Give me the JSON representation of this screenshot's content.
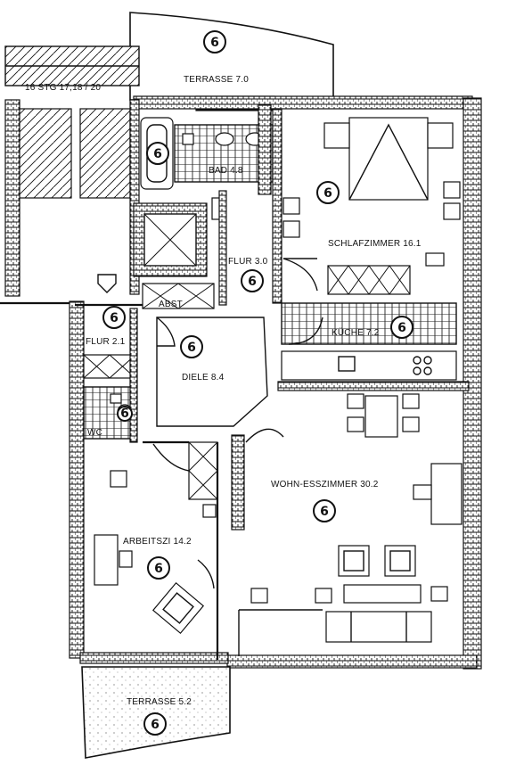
{
  "plan": {
    "header_text": "16 STG 17,18 / 20",
    "apartment_number": "6",
    "rooms": [
      {
        "id": "terrasse-top",
        "label": "TERRASSE 7.0"
      },
      {
        "id": "bad",
        "label": "BAD 4.8"
      },
      {
        "id": "schlafzimmer",
        "label": "SCHLAFZIMMER 16.1"
      },
      {
        "id": "flur-30",
        "label": "FLUR 3.0"
      },
      {
        "id": "abst",
        "label": "ABST"
      },
      {
        "id": "kueche",
        "label": "KÜCHE 7.2"
      },
      {
        "id": "flur-21",
        "label": "FLUR 2.1"
      },
      {
        "id": "diele",
        "label": "DIELE 8.4"
      },
      {
        "id": "wc",
        "label": "WC"
      },
      {
        "id": "wohn-ess",
        "label": "WOHN-ESSZIMMER 30.2"
      },
      {
        "id": "arbeitszi",
        "label": "ARBEITSZI 14.2"
      },
      {
        "id": "terrasse-bottom",
        "label": "TERRASSE 5.2"
      }
    ]
  }
}
